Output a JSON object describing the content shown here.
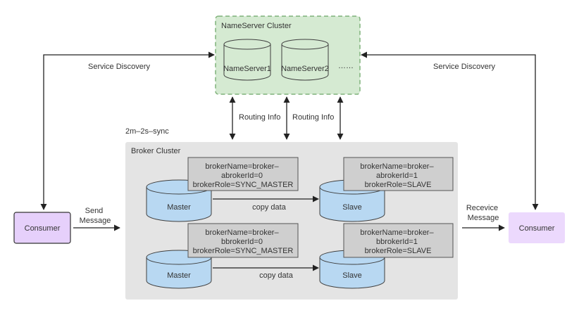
{
  "nameserver_cluster": {
    "title": "NameServer Cluster",
    "servers": [
      "NameServer1",
      "NameServer2"
    ],
    "ellipsis": "……"
  },
  "broker_cluster": {
    "title": "Broker Cluster",
    "mode_label": "2m–2s–sync",
    "groups": [
      {
        "master": {
          "name": "Master",
          "info": [
            "brokerName=broker–",
            "abrokerId=0",
            "brokerRole=SYNC_MASTER"
          ]
        },
        "slave": {
          "name": "Slave",
          "info": [
            "brokerName=broker–",
            "abrokerId=1",
            "brokerRole=SLAVE"
          ]
        },
        "link_label": "copy data"
      },
      {
        "master": {
          "name": "Master",
          "info": [
            "brokerName=broker–",
            "bbrokerId=0",
            "brokerRole=SYNC_MASTER"
          ]
        },
        "slave": {
          "name": "Slave",
          "info": [
            "brokerName=broker–",
            "bbrokerId=1",
            "brokerRole=SLAVE"
          ]
        },
        "link_label": "copy data"
      }
    ]
  },
  "routing_labels": [
    "Routing Info",
    "Routing Info"
  ],
  "service_discovery_labels": [
    "Service Discovery",
    "Service Discovery"
  ],
  "consumers": [
    "Consumer",
    "Consumer"
  ],
  "send_message_label": [
    "Send",
    "Message"
  ],
  "receive_message_label": [
    "Recevice",
    "Message"
  ],
  "colors": {
    "nameserver_fill": "#d5ead2",
    "nameserver_border": "#7fb27a",
    "broker_cluster_fill": "#e4e4e4",
    "cylinder_fill": "#b8d8f2",
    "cylinder_stroke": "#3f3f3f",
    "info_box_fill": "#cfcfcf",
    "consumer_left_fill": "#e6d0fb",
    "consumer_right_fill": "#ecd9fd",
    "line": "#222222"
  }
}
